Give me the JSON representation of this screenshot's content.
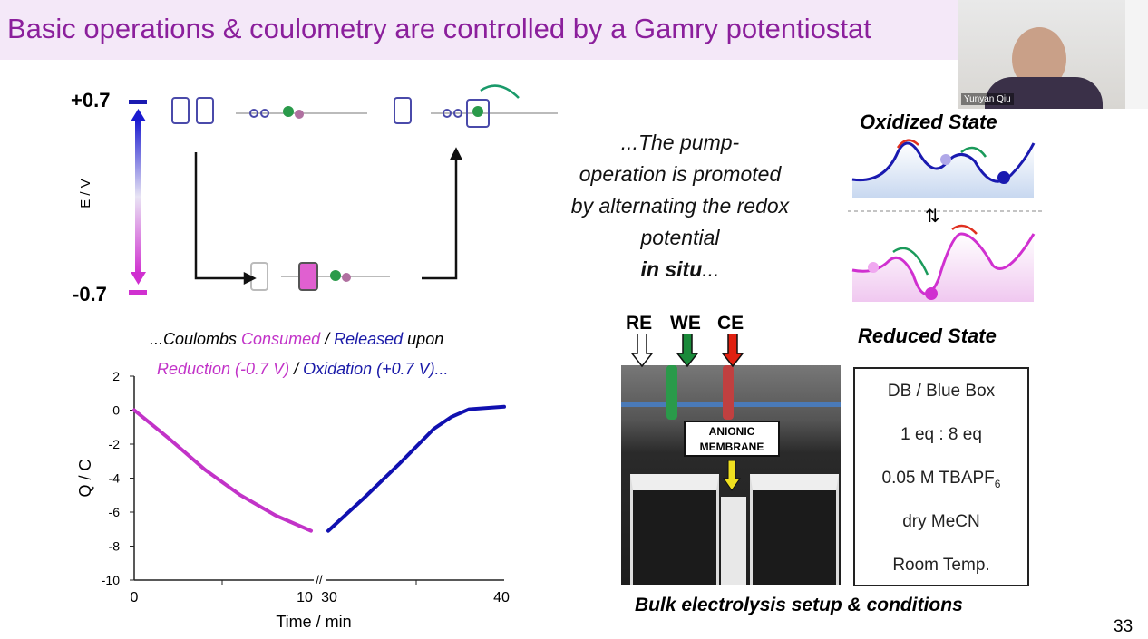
{
  "slide": {
    "title": "Basic operations & coulometry are controlled by a Gamry potentiostat",
    "page_number": "33",
    "title_color": "#8b1f9c"
  },
  "video": {
    "participant_name": "Yunyan Qiu"
  },
  "potential_diagram": {
    "top_label": "+0.7",
    "bottom_label": "-0.7",
    "axis_label": "E / V"
  },
  "pump_text": {
    "lines": [
      "...The pump-",
      "operation is promoted",
      "by alternating the redox",
      "potential"
    ],
    "emphasis": "in situ",
    "suffix": "..."
  },
  "states": {
    "oxidized": "Oxidized State",
    "reduced": "Reduced State"
  },
  "chart_caption": {
    "prefix": "...Coulombs ",
    "consumed": "Consumed",
    "slash": " / ",
    "released": "Released",
    "upon": " upon",
    "reduction": "Reduction (-0.7 V)",
    "slash2": " / ",
    "oxidation": "Oxidation (+0.7 V)...",
    "consumed_color": "#c233c8",
    "released_color": "#1a1aa8"
  },
  "chart_data": {
    "type": "line",
    "title": "",
    "xlabel": "Time / min",
    "ylabel": "Q / C",
    "ylim": [
      -10,
      2
    ],
    "yticks": [
      2,
      0,
      -2,
      -4,
      -6,
      -8,
      -10
    ],
    "x_segments": [
      [
        0,
        10
      ],
      [
        30,
        40
      ]
    ],
    "xtick_labels": [
      "0",
      "10",
      "30",
      "40"
    ],
    "axis_break": "//",
    "grid": false,
    "series": [
      {
        "name": "Reduction (-0.7 V)",
        "color": "#c233c8",
        "x": [
          0,
          2,
          4,
          6,
          8,
          10
        ],
        "y": [
          0,
          -1.7,
          -3.5,
          -5.0,
          -6.2,
          -7.1
        ]
      },
      {
        "name": "Oxidation (+0.7 V)",
        "color": "#1010b0",
        "x": [
          30,
          32,
          34,
          36,
          37,
          38,
          40
        ],
        "y": [
          -7.1,
          -5.2,
          -3.2,
          -1.1,
          -0.4,
          0.05,
          0.2
        ]
      }
    ]
  },
  "setup": {
    "electrodes": [
      "RE",
      "WE",
      "CE"
    ],
    "electrode_colors": [
      "#ffffff",
      "#1a8a3a",
      "#e02010"
    ],
    "membrane_label_1": "ANIONIC",
    "membrane_label_2": "MEMBRANE",
    "caption": "Bulk electrolysis setup & conditions"
  },
  "conditions": {
    "ratio_name": "DB / Blue Box",
    "ratio": "1 eq : 8 eq",
    "electrolyte": "0.05 M TBAPF",
    "electrolyte_sub": "6",
    "solvent": "dry MeCN",
    "temperature": "Room Temp."
  }
}
